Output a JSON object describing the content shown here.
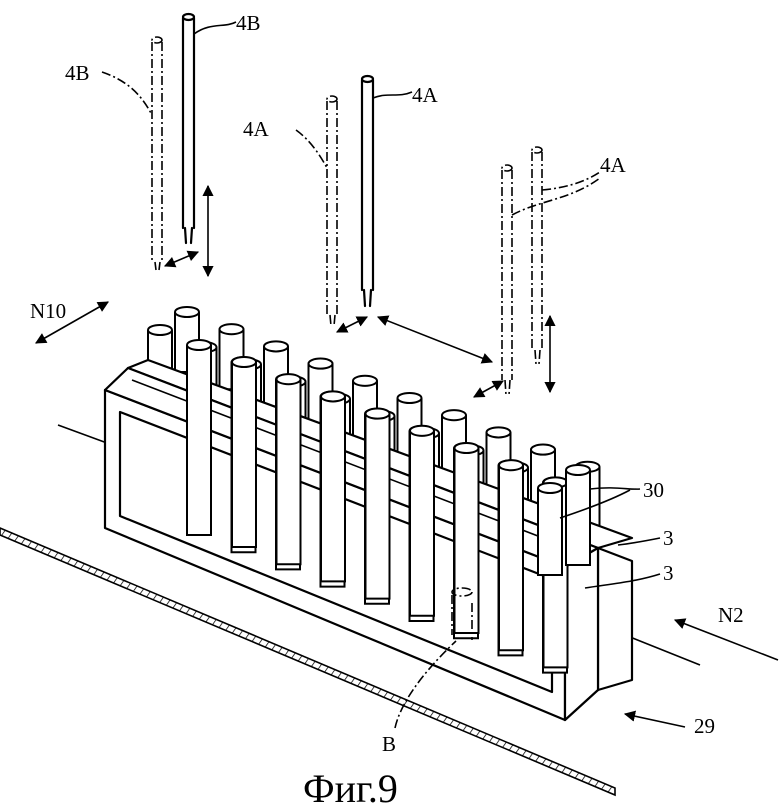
{
  "caption": "Фиг.9",
  "labels": {
    "pipette_4b_solid": "4B",
    "pipette_4b_dashed": "4B",
    "pipette_4a_center": "4A",
    "pipette_4a_left": "4A",
    "pipette_4a_right": "4A",
    "direction_n10": "N10",
    "direction_n2": "N2",
    "tubes": "30",
    "rack_back": "3",
    "rack_front": "3",
    "conveyor": "29",
    "detail_b": "B"
  }
}
